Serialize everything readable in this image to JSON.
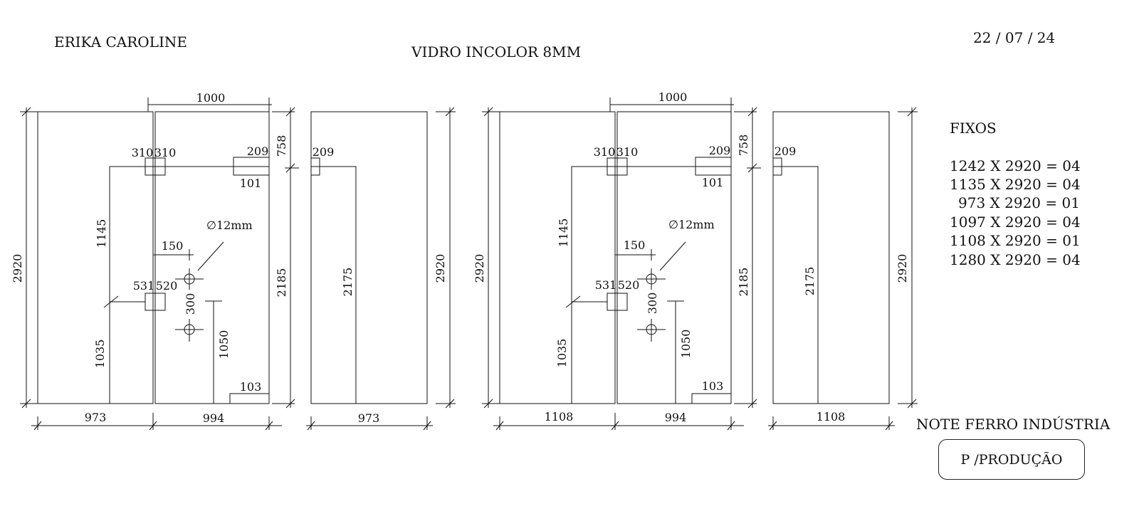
{
  "header": {
    "client": "ERIKA CAROLINE",
    "material": "VIDRO INCOLOR 8MM",
    "date": "22 / 07 / 24"
  },
  "fixos": {
    "title": "FIXOS",
    "items": [
      "1242 X 2920 = 04",
      "1135 X 2920 = 04",
      "973 X 2920 = 01",
      "1097 X 2920 = 04",
      "1108 X 2920 = 01",
      "1280 X 2920 = 04"
    ]
  },
  "footer": {
    "company": "NOTE FERRO INDÚSTRIA",
    "stamp": "P /PRODUÇÃO"
  },
  "drawing_a": {
    "height_left": "2920",
    "top_width": "1000",
    "hole_left_a": "310",
    "hole_left_b": "310",
    "tab_width": "209",
    "tab_height": "101",
    "top_right": "758",
    "left_height": "1145",
    "hole_spacing_label": "150",
    "hole_diameter": "∅12mm",
    "mid_hole_a": "531",
    "mid_hole_b": "520",
    "hole_gap": "300",
    "lower_height": "1035",
    "right_lower": "1050",
    "bottom_tab": "103",
    "right_height": "2185",
    "bottom_left": "973",
    "bottom_right": "994",
    "side_tab": "209",
    "side_height": "2175",
    "side_total_height": "2920",
    "side_bottom": "973"
  },
  "drawing_b": {
    "height_left": "2920",
    "top_width": "1000",
    "hole_left_a": "310",
    "hole_left_b": "310",
    "tab_width": "209",
    "tab_height": "101",
    "top_right": "758",
    "left_height": "1145",
    "hole_spacing_label": "150",
    "hole_diameter": "∅12mm",
    "mid_hole_a": "531",
    "mid_hole_b": "520",
    "hole_gap": "300",
    "lower_height": "1035",
    "right_lower": "1050",
    "bottom_tab": "103",
    "right_height": "2185",
    "bottom_left": "1108",
    "bottom_right": "994",
    "side_tab": "209",
    "side_height": "2175",
    "side_total_height": "2920",
    "side_bottom": "1108"
  }
}
